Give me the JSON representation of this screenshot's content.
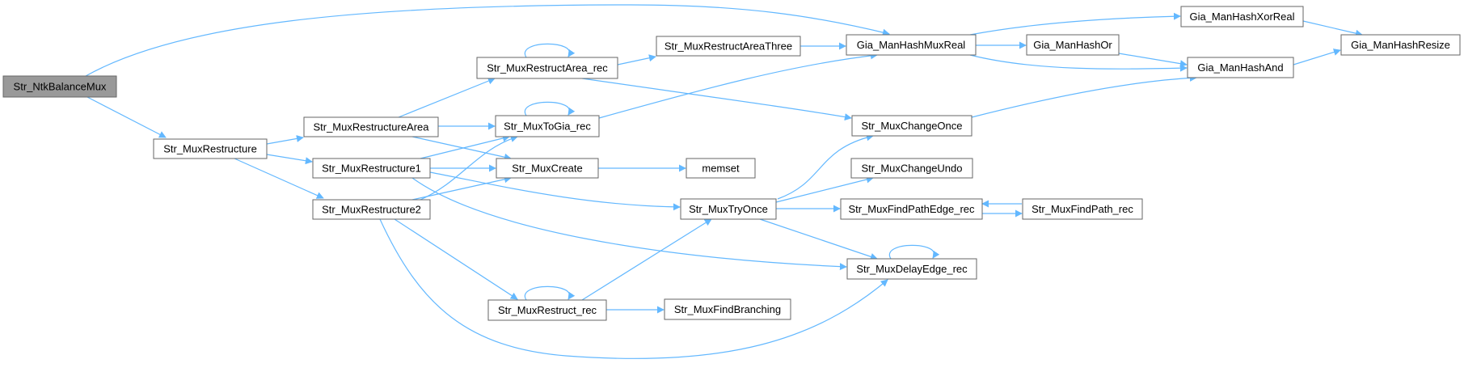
{
  "graph": {
    "edge_color": "#63b8ff",
    "root_fill": "#999999",
    "node_fill": "#ffffff",
    "node_border": "#666666",
    "nodes": [
      {
        "id": "ntk",
        "label": "Str_NtkBalanceMux",
        "root": true
      },
      {
        "id": "restructure",
        "label": "Str_MuxRestructure"
      },
      {
        "id": "restructure_area",
        "label": "Str_MuxRestructureArea"
      },
      {
        "id": "restructure1",
        "label": "Str_MuxRestructure1"
      },
      {
        "id": "restructure2",
        "label": "Str_MuxRestructure2"
      },
      {
        "id": "restruct_area_rec",
        "label": "Str_MuxRestructArea_rec"
      },
      {
        "id": "to_gia_rec",
        "label": "Str_MuxToGia_rec"
      },
      {
        "id": "create",
        "label": "Str_MuxCreate"
      },
      {
        "id": "restruct_rec",
        "label": "Str_MuxRestruct_rec"
      },
      {
        "id": "area_three",
        "label": "Str_MuxRestructAreaThree"
      },
      {
        "id": "memset",
        "label": "memset"
      },
      {
        "id": "try_once",
        "label": "Str_MuxTryOnce"
      },
      {
        "id": "find_branching",
        "label": "Str_MuxFindBranching"
      },
      {
        "id": "hash_mux_real",
        "label": "Gia_ManHashMuxReal"
      },
      {
        "id": "change_once",
        "label": "Str_MuxChangeOnce"
      },
      {
        "id": "change_undo",
        "label": "Str_MuxChangeUndo"
      },
      {
        "id": "find_path_edge_rec",
        "label": "Str_MuxFindPathEdge_rec"
      },
      {
        "id": "delay_edge_rec",
        "label": "Str_MuxDelayEdge_rec"
      },
      {
        "id": "hash_or",
        "label": "Gia_ManHashOr"
      },
      {
        "id": "find_path_rec",
        "label": "Str_MuxFindPath_rec"
      },
      {
        "id": "hash_xor_real",
        "label": "Gia_ManHashXorReal"
      },
      {
        "id": "hash_and",
        "label": "Gia_ManHashAnd"
      },
      {
        "id": "hash_resize",
        "label": "Gia_ManHashResize"
      }
    ],
    "edges": [
      {
        "from": "ntk",
        "to": "hash_mux_real"
      },
      {
        "from": "ntk",
        "to": "restructure"
      },
      {
        "from": "restructure",
        "to": "restructure_area"
      },
      {
        "from": "restructure",
        "to": "restructure1"
      },
      {
        "from": "restructure",
        "to": "restructure2"
      },
      {
        "from": "restructure_area",
        "to": "restruct_area_rec"
      },
      {
        "from": "restructure_area",
        "to": "to_gia_rec"
      },
      {
        "from": "restructure_area",
        "to": "create"
      },
      {
        "from": "restructure1",
        "to": "to_gia_rec"
      },
      {
        "from": "restructure1",
        "to": "create"
      },
      {
        "from": "restructure1",
        "to": "try_once"
      },
      {
        "from": "restructure1",
        "to": "delay_edge_rec"
      },
      {
        "from": "restructure2",
        "to": "to_gia_rec"
      },
      {
        "from": "restructure2",
        "to": "create"
      },
      {
        "from": "restructure2",
        "to": "restruct_rec"
      },
      {
        "from": "restructure2",
        "to": "delay_edge_rec"
      },
      {
        "from": "restruct_area_rec",
        "to": "restruct_area_rec"
      },
      {
        "from": "restruct_area_rec",
        "to": "area_three"
      },
      {
        "from": "restruct_area_rec",
        "to": "change_once"
      },
      {
        "from": "to_gia_rec",
        "to": "to_gia_rec"
      },
      {
        "from": "to_gia_rec",
        "to": "hash_mux_real"
      },
      {
        "from": "create",
        "to": "memset"
      },
      {
        "from": "restruct_rec",
        "to": "restruct_rec"
      },
      {
        "from": "restruct_rec",
        "to": "try_once"
      },
      {
        "from": "restruct_rec",
        "to": "find_branching"
      },
      {
        "from": "area_three",
        "to": "hash_mux_real"
      },
      {
        "from": "try_once",
        "to": "change_once"
      },
      {
        "from": "try_once",
        "to": "change_undo"
      },
      {
        "from": "try_once",
        "to": "find_path_edge_rec"
      },
      {
        "from": "try_once",
        "to": "delay_edge_rec"
      },
      {
        "from": "hash_mux_real",
        "to": "hash_xor_real"
      },
      {
        "from": "hash_mux_real",
        "to": "hash_or"
      },
      {
        "from": "hash_mux_real",
        "to": "hash_and"
      },
      {
        "from": "change_once",
        "to": "hash_and"
      },
      {
        "from": "find_path_edge_rec",
        "to": "find_path_rec"
      },
      {
        "from": "find_path_rec",
        "to": "find_path_edge_rec"
      },
      {
        "from": "delay_edge_rec",
        "to": "delay_edge_rec"
      },
      {
        "from": "hash_or",
        "to": "hash_and"
      },
      {
        "from": "hash_xor_real",
        "to": "hash_resize"
      },
      {
        "from": "hash_and",
        "to": "hash_resize"
      }
    ]
  }
}
